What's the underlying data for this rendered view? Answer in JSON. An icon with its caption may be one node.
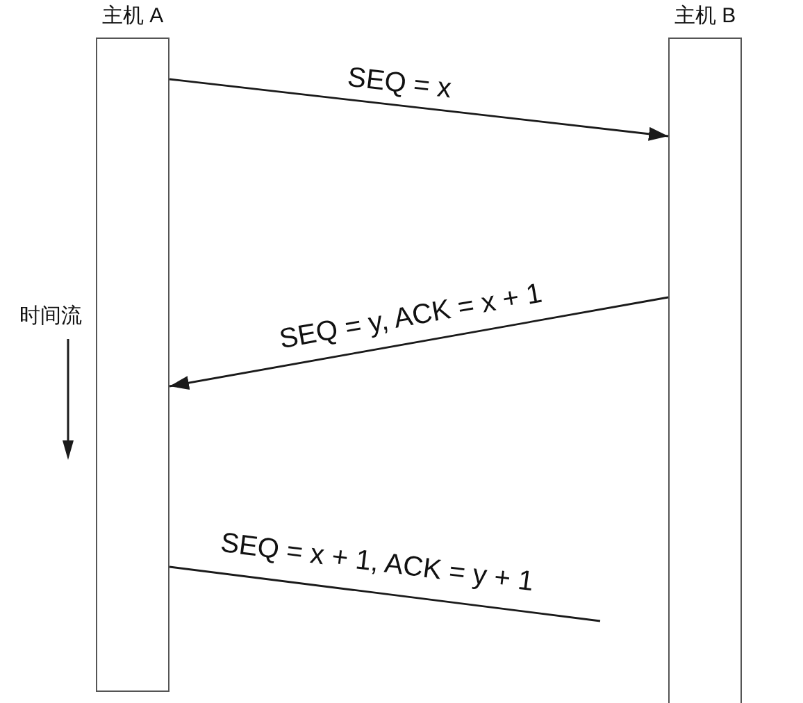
{
  "diagram": {
    "nodes": [
      {
        "text": [
          "主机 A"
        ]
      },
      {
        "text": [
          "主机 B"
        ]
      }
    ],
    "edges": [
      {
        "from": 0,
        "to": 1,
        "arrow": "to",
        "label": "SEQ = x"
      },
      {
        "from": 1,
        "to": 0,
        "arrow": "to",
        "label": "SEQ = y, ACK = x + 1"
      },
      {
        "from": 0,
        "to": null,
        "arrow": "none",
        "label": "SEQ = x + 1, ACK = y + 1"
      }
    ],
    "labels": [
      "时间流"
    ]
  }
}
